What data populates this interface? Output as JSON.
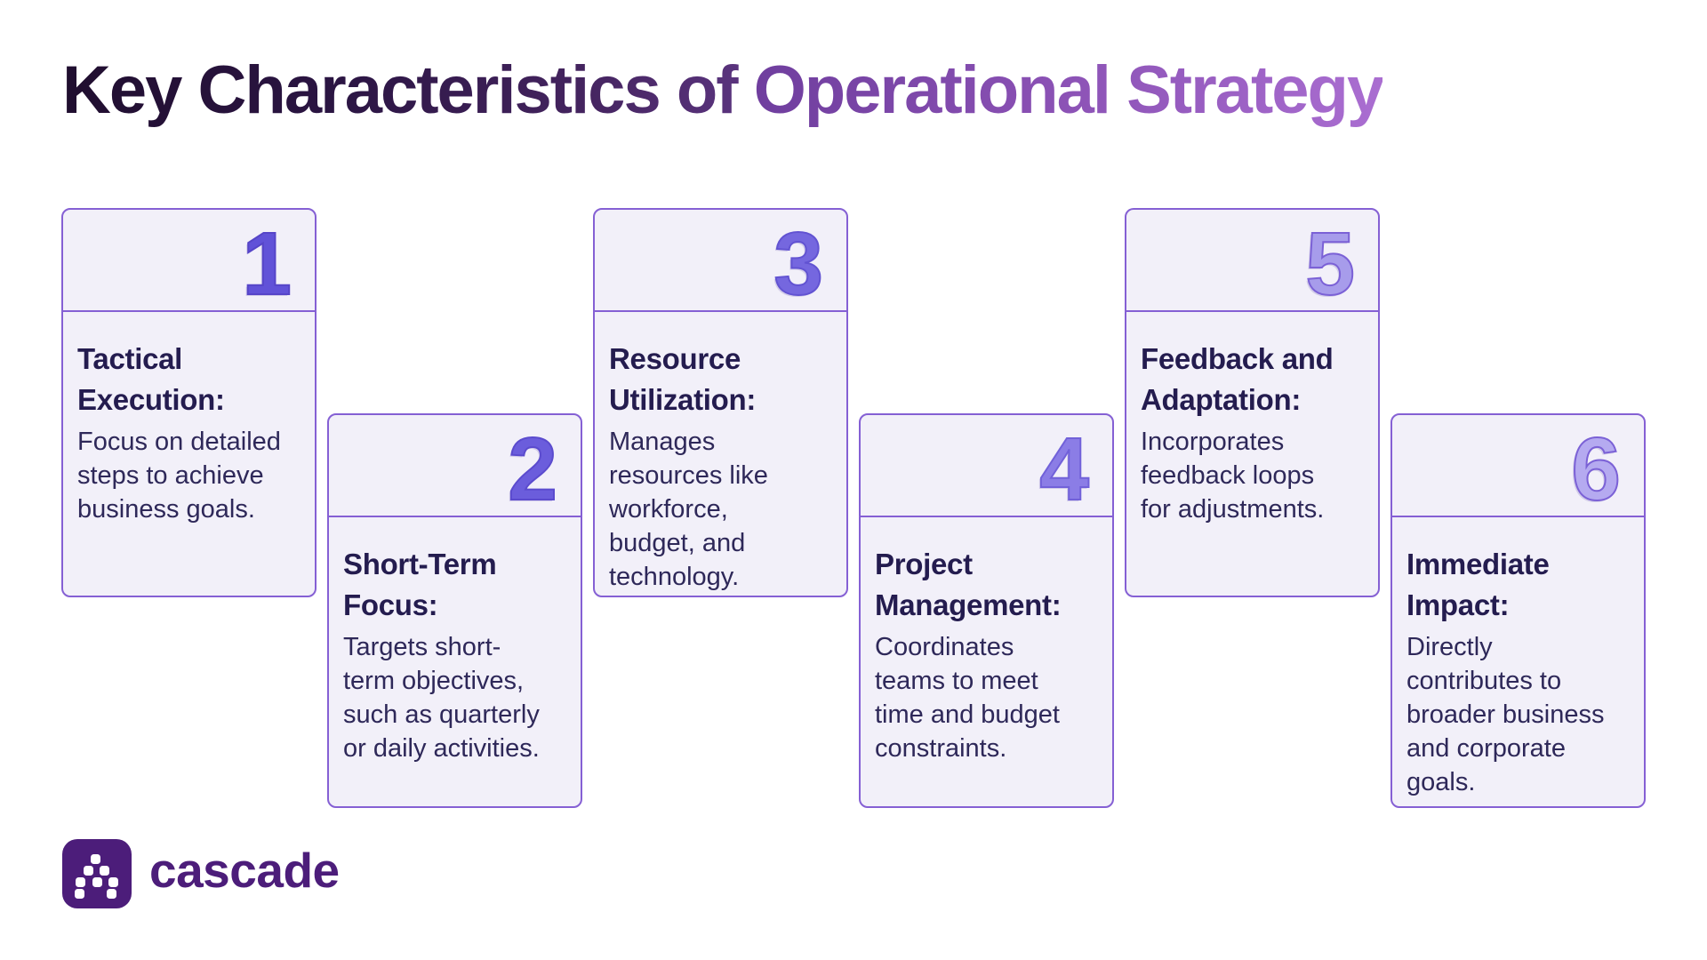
{
  "page": {
    "title_part1": "Key Characteristics of ",
    "title_part2": "Operational Strategy"
  },
  "colors": {
    "background": "#FFFFFF",
    "card_background": "#F2F0F9",
    "card_border": "#8560D4",
    "heading_text": "#241C4F",
    "body_text": "#2E2859",
    "title_gradient_start": "#200E2F",
    "title_gradient_end": "#AA6ED1",
    "brand_purple": "#4C1D7A"
  },
  "cards": [
    {
      "number": "1",
      "number_color": "#6152D8",
      "number_stroke": "#5645C8",
      "heading": "Tactical Execution:",
      "body": "Focus on detailed steps to achieve business goals."
    },
    {
      "number": "2",
      "number_color": "#6B5DDC",
      "number_stroke": "#5B4BCE",
      "heading": "Short-Term Focus:",
      "body": "Targets short-term objectives, such as quarterly or daily activities."
    },
    {
      "number": "3",
      "number_color": "#7567DF",
      "number_stroke": "#6253D2",
      "heading": "Resource Utilization:",
      "body": "Manages resources like workforce, budget, and technology."
    },
    {
      "number": "4",
      "number_color": "#8B7DE6",
      "number_stroke": "#7161D9",
      "heading": "Project Management:",
      "body": "Coordinates teams to meet time and budget constraints."
    },
    {
      "number": "5",
      "number_color": "#A79CEB",
      "number_stroke": "#7B61D6",
      "heading": "Feedback and Adaptation:",
      "body": "Incorporates feedback loops for adjustments."
    },
    {
      "number": "6",
      "number_color": "#B5AAF0",
      "number_stroke": "#7B61D6",
      "heading": "Immediate Impact:",
      "body": "Directly contributes to broader business and corporate goals."
    }
  ],
  "footer": {
    "brand": "cascade",
    "logo_icon": "cascade-logo-icon"
  }
}
